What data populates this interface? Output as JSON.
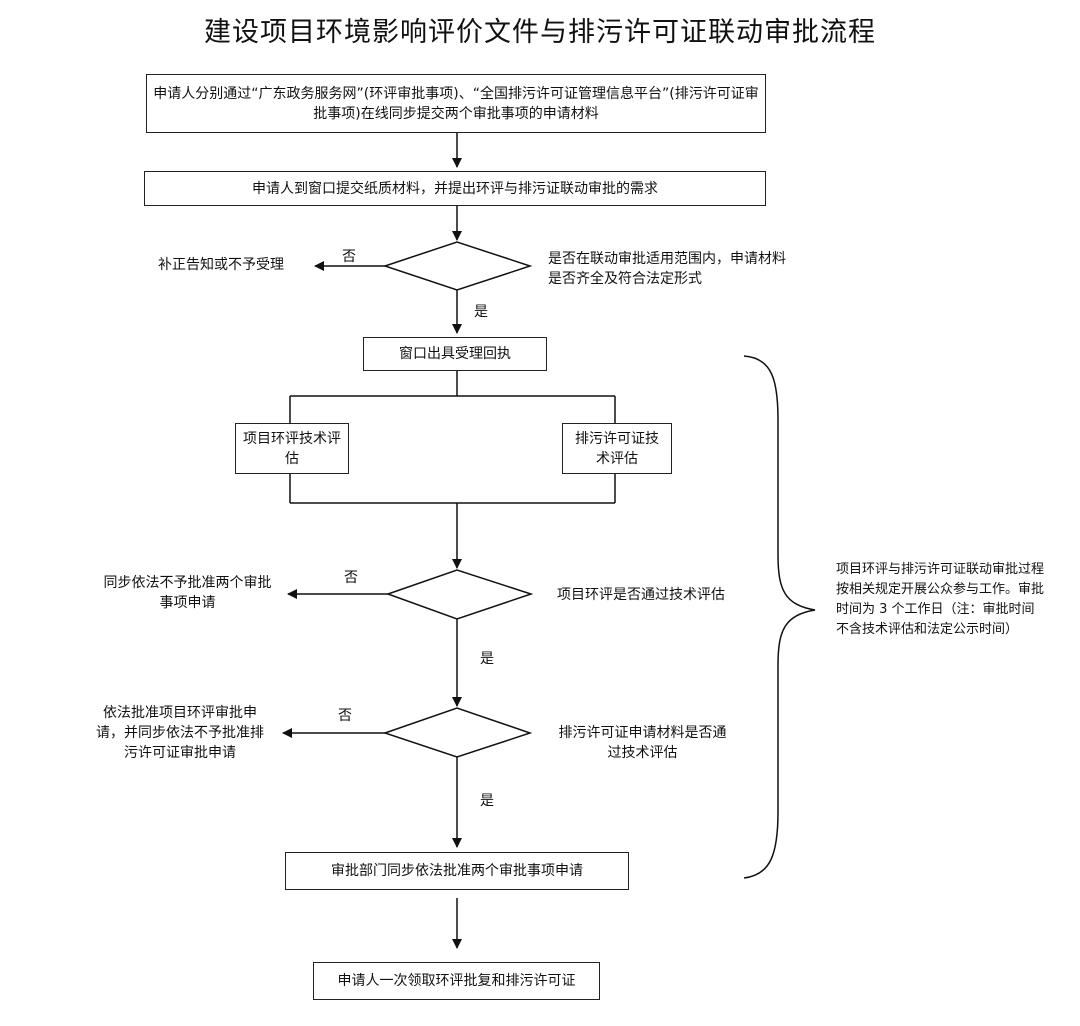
{
  "title": "建设项目环境影响评价文件与排污许可证联动审批流程",
  "steps": {
    "submit_online": "申请人分别通过“广东政务服务网”(环评审批事项)、“全国排污许可证管理信息平台”(排污许可证审批事项)在线同步提交两个审批事项的申请材料",
    "submit_paper": "申请人到窗口提交纸质材料，并提出环评与排污证联动审批的需求",
    "decision1_question": "是否在联动审批适用范围内，申请材料是否齐全及符合法定形式",
    "decision1_no_result": "补正告知或不予受理",
    "receipt": "窗口出具受理回执",
    "eval_eia": "项目环评技术评估",
    "eval_permit": "排污许可证技术评估",
    "decision2_question": "项目环评是否通过技术评估",
    "decision2_no_result": "同步依法不予批准两个审批事项申请",
    "decision3_question": "排污许可证申请材料是否通过技术评估",
    "decision3_no_result": "依法批准项目环评审批申请，并同步依法不予批准排污许可证审批申请",
    "approve_both": "审批部门同步依法批准两个审批事项申请",
    "collect": "申请人一次领取环评批复和排污许可证"
  },
  "labels": {
    "yes": "是",
    "no": "否"
  },
  "side_note": "项目环评与排污许可证联动审批过程按相关规定开展公众参与工作。审批时间为 3 个工作日（注：审批时间不含技术评估和法定公示时间）"
}
